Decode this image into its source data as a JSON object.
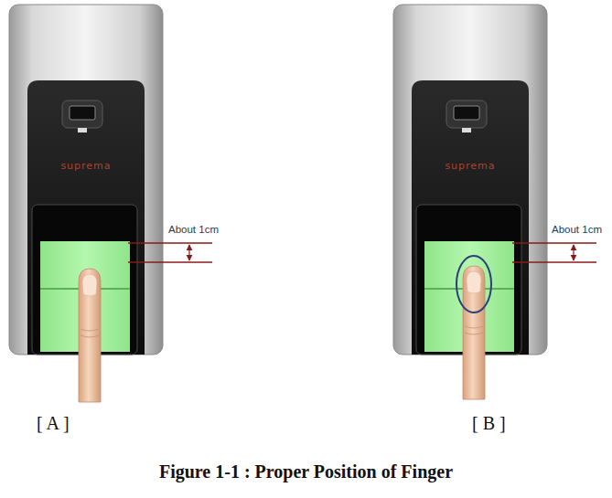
{
  "diagram": {
    "caption": "Figure 1-1 : Proper Position of Finger",
    "labels": [
      "suprema",
      "About 1cm",
      "[ A ]",
      "suprema",
      "About 1cm",
      "[ B ]"
    ]
  }
}
